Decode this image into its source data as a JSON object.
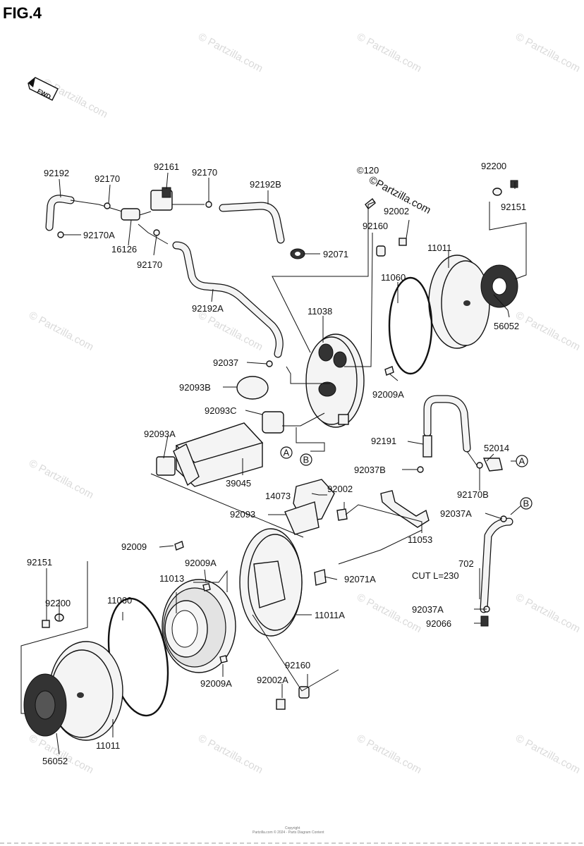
{
  "figure": {
    "title": "FIG.4",
    "fwd_label": "FWD"
  },
  "watermark": {
    "text": "© Partzilla.com",
    "overlay": "©Partzilla.com"
  },
  "callouts": {
    "refA": "A",
    "refB": "B",
    "p92192": "92192",
    "p92170_top": "92170",
    "p92161": "92161",
    "p92170_mid": "92170",
    "p92192B": "92192B",
    "p120": "©120",
    "p92200_top": "92200",
    "p92151_top": "92151",
    "p92002": "92002",
    "p92170A": "92170A",
    "p16126": "16126",
    "p92170_low": "92170",
    "p92160_top": "92160",
    "p92071": "92071",
    "p11011_top": "11011",
    "p11060_top": "11060",
    "p92192A": "92192A",
    "p11038": "11038",
    "p56052_top": "56052",
    "p92037": "92037",
    "p92093B": "92093B",
    "p92009A_top": "92009A",
    "p92093C": "92093C",
    "p92093A": "92093A",
    "p92191": "92191",
    "p52014": "52014",
    "p92037B": "92037B",
    "p39045": "39045",
    "p14073": "14073",
    "p92002_mid": "92002",
    "p92170B": "92170B",
    "p92093": "92093",
    "p92037A_top": "92037A",
    "p11053": "11053",
    "p92009": "92009",
    "p92151_low": "92151",
    "p92009A_mid": "92009A",
    "p702": "702",
    "p_cut": "CUT L=230",
    "p92071A": "92071A",
    "p11013": "11013",
    "p92200_low": "92200",
    "p11060_low": "11060",
    "p11011A": "11011A",
    "p92037A_low": "92037A",
    "p92066": "92066",
    "p92160_low": "92160",
    "p92009A_low": "92009A",
    "p92002A": "92002A",
    "p11011_low": "11011",
    "p56052_low": "56052"
  },
  "footer": {
    "copyright_line1": "Copyright",
    "copyright_line2": "Partzilla.com © 2024 - Parts Diagram Content"
  }
}
